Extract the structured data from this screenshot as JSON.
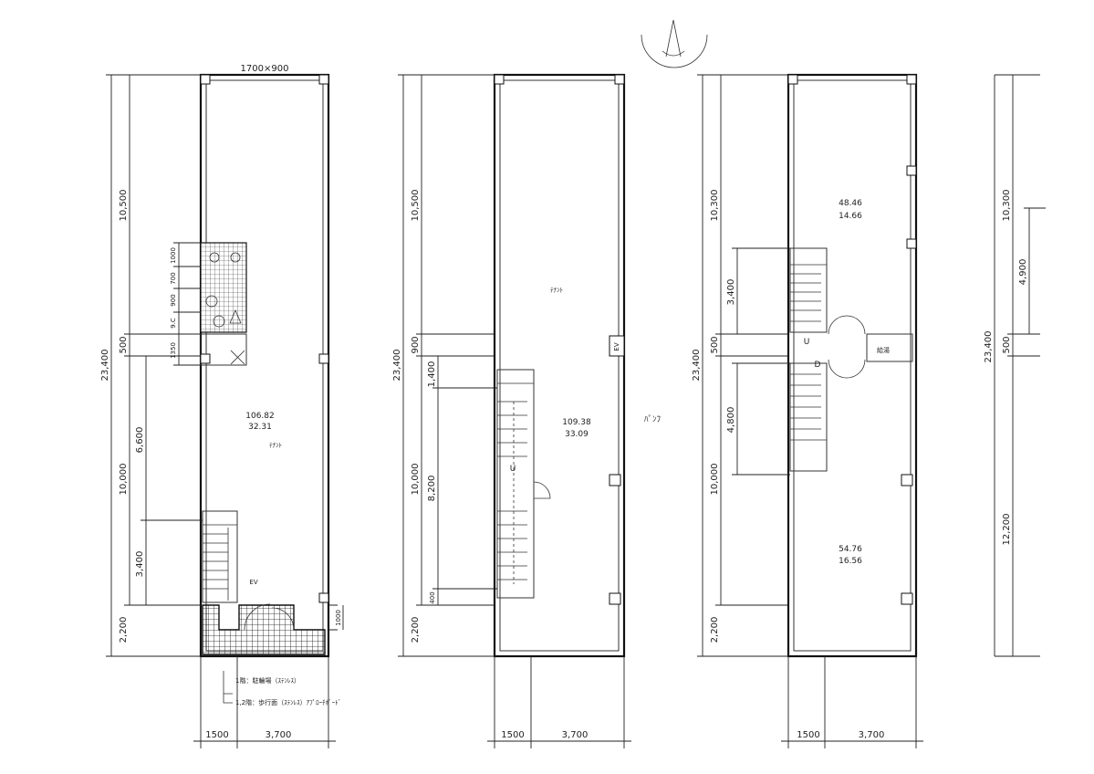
{
  "plans": {
    "plan1": {
      "top_dim": "1700×900",
      "left_outer": "23,400",
      "left_top": "10,500",
      "left_mid": "500",
      "left_lower": "10,000",
      "left_bottom": "2,200",
      "stack_1": "1000",
      "stack_2": "700",
      "stack_3": "900",
      "stack_4": "9.C",
      "stack_5": "1350",
      "lower_1": "6,600",
      "lower_2": "3,400",
      "right_dim": "1000",
      "room_area_m2": "106.82",
      "room_area_tsubo": "32.31",
      "room_label": "ﾃﾅﾝﾄ",
      "ev_label": "EV",
      "note_1": "1階：駐輪場（ｽﾃﾝﾚｽ）",
      "note_2": "1,2階：歩行面（ｽﾃﾝﾚｽ）ｱﾌﾟﾛｰﾁﾎﾞｰﾄﾞ",
      "bottom_left": "1500",
      "bottom_right": "3,700"
    },
    "plan2": {
      "left_outer": "23,400",
      "left_top": "10,500",
      "left_mid": "900",
      "left_lower": "10,000",
      "left_bottom": "2,200",
      "stair_1": "1,400",
      "stair_2": "8,200",
      "stair_3": "400",
      "room_area_m2": "109.38",
      "room_area_tsubo": "33.09",
      "room_label": "ﾃﾅﾝﾄ",
      "up_label": "U",
      "ev_label": "EV",
      "side_note": "ﾊﾟﾝﾌ",
      "bottom_left": "1500",
      "bottom_right": "3,700"
    },
    "plan3": {
      "left_outer": "23,400",
      "left_top": "10,300",
      "left_mid": "500",
      "left_lower": "10,000",
      "left_bottom": "2,200",
      "stair_upper": "3,400",
      "stair_lower": "4,800",
      "upper_area_m2": "48.46",
      "upper_area_tsubo": "14.66",
      "lower_area_m2": "54.76",
      "lower_area_tsubo": "16.56",
      "up_label": "U",
      "down_label": "D",
      "wc_label": "給湯",
      "bottom_left": "1500",
      "bottom_right": "3,700"
    },
    "plan4": {
      "left_outer": "23,400",
      "left_top": "10,300",
      "left_mid": "500",
      "left_lower": "12,200",
      "inner_dim": "4,900"
    }
  }
}
